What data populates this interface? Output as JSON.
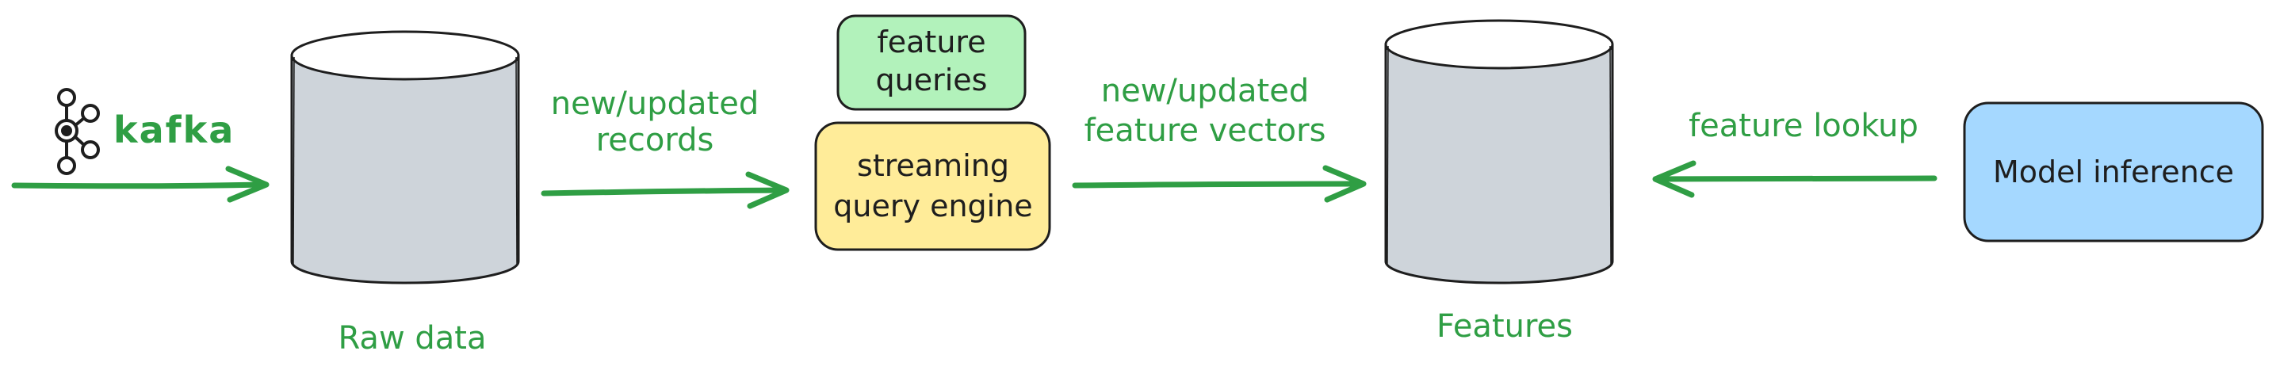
{
  "colors": {
    "arrow": "#2f9e44",
    "stroke": "#1e1e1e",
    "db_fill": "#ced4da",
    "queries_fill": "#b2f2bb",
    "engine_fill": "#ffec99",
    "model_fill": "#a5d8ff"
  },
  "source": {
    "label": "kafka",
    "icon": "kafka-icon"
  },
  "raw_db": {
    "label": "Raw data"
  },
  "edge_raw_to_engine": {
    "line1": "new/updated",
    "line2": "records"
  },
  "queries_box": {
    "line1": "feature",
    "line2": "queries"
  },
  "engine_box": {
    "line1": "streaming",
    "line2": "query engine"
  },
  "edge_engine_to_features": {
    "line1": "new/updated",
    "line2": "feature vectors"
  },
  "features_db": {
    "label": "Features"
  },
  "edge_lookup": {
    "label": "feature lookup"
  },
  "model_box": {
    "label": "Model inference"
  }
}
